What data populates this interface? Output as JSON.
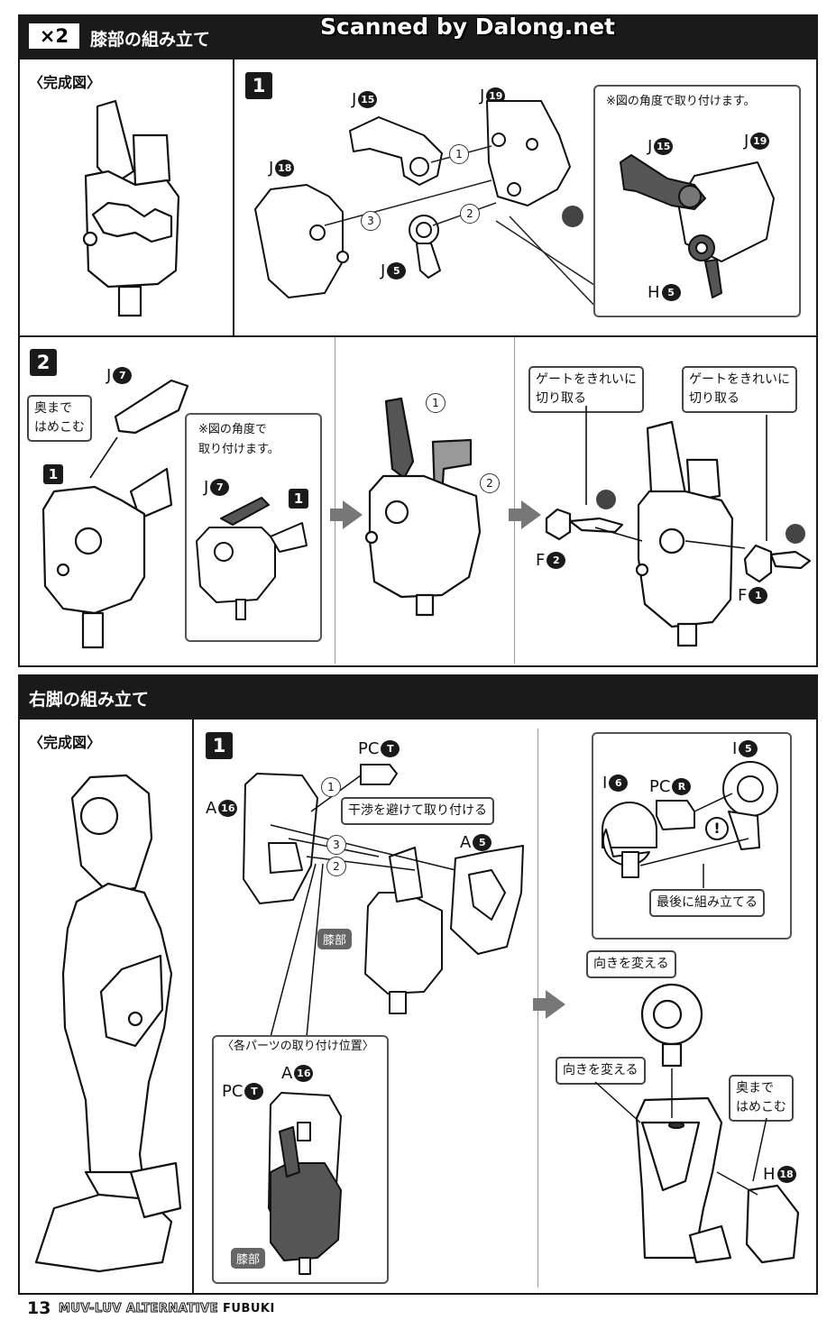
{
  "watermark": "Scanned by Dalong.net",
  "section1": {
    "multiplier": "×2",
    "title": "膝部の組み立て",
    "complete_label": "〈完成図〉",
    "step1": {
      "number": "1",
      "note": "※図の角度で取り付けます。",
      "parts": {
        "j15": "15",
        "j19": "19",
        "j18": "18",
        "j5": "5",
        "h5": "5"
      },
      "part_letters": {
        "j": "J",
        "h": "H"
      },
      "order": [
        "1",
        "2",
        "3"
      ]
    },
    "step2": {
      "number": "2",
      "callout_insert": "奥まで\nはめこむ",
      "note": "※図の角度で\n取り付けます。",
      "ref_step": "1",
      "parts": {
        "j7": "7",
        "f2": "2",
        "f1": "1"
      },
      "part_letters": {
        "j": "J",
        "f": "F"
      },
      "rotate_order": [
        "1",
        "2"
      ],
      "callout_gate": "ゲートをきれいに\n切り取る"
    }
  },
  "section2": {
    "title": "右脚の組み立て",
    "complete_label": "〈完成図〉",
    "step1": {
      "number": "1",
      "pc_t": {
        "letters": "PC",
        "badge": "T"
      },
      "pc_r": {
        "letters": "PC",
        "badge": "R"
      },
      "a16": {
        "letter": "A",
        "badge": "16"
      },
      "a5": {
        "letter": "A",
        "badge": "5"
      },
      "i5": {
        "letter": "I",
        "badge": "5"
      },
      "i6": {
        "letter": "I",
        "badge": "6"
      },
      "h18": {
        "letter": "H",
        "badge": "18"
      },
      "order": [
        "1",
        "2",
        "3"
      ],
      "callout_avoid": "干渉を避けて取り付ける",
      "knee_tag": "膝部",
      "positions_label": "〈各パーツの取り付け位置〉",
      "callout_last": "最後に組み立てる",
      "callout_direction": "向きを変える",
      "callout_insert": "奥まで\nはめこむ",
      "warning": "!"
    }
  },
  "footer": {
    "page": "13",
    "title_outline": "MUV-LUV ALTERNATIVE",
    "title_bold": "FUBUKI"
  }
}
